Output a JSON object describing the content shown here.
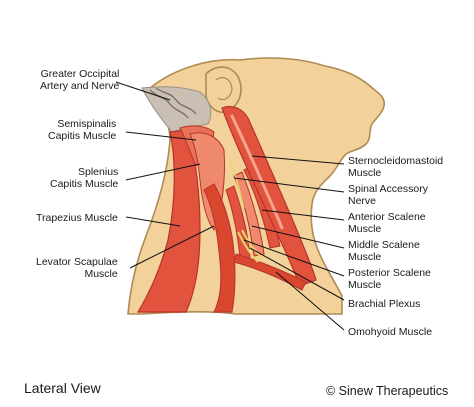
{
  "labels_left": [
    {
      "id": "greater-occipital",
      "lines": [
        "Greater Occipital",
        "Artery and Nerve"
      ]
    },
    {
      "id": "semispinalis",
      "lines": [
        "Semispinalis",
        "Capitis Muscle"
      ]
    },
    {
      "id": "splenius",
      "lines": [
        "Splenius",
        "Capitis Muscle"
      ]
    },
    {
      "id": "trapezius",
      "lines": [
        "Trapezius Muscle"
      ]
    },
    {
      "id": "levator-scapulae",
      "lines": [
        "Levator Scapulae",
        "Muscle"
      ]
    }
  ],
  "labels_right": [
    {
      "id": "sternocleidomastoid",
      "lines": [
        "Sternocleidomastoid",
        "Muscle"
      ]
    },
    {
      "id": "spinal-accessory",
      "lines": [
        "Spinal Accessory",
        "Nerve"
      ]
    },
    {
      "id": "anterior-scalene",
      "lines": [
        "Anterior Scalene",
        "Muscle"
      ]
    },
    {
      "id": "middle-scalene",
      "lines": [
        "Middle Scalene",
        "Muscle"
      ]
    },
    {
      "id": "posterior-scalene",
      "lines": [
        "Posterior Scalene",
        "Muscle"
      ]
    },
    {
      "id": "brachial-plexus",
      "lines": [
        "Brachial Plexus"
      ]
    },
    {
      "id": "omohyoid",
      "lines": [
        "Omohyoid Muscle"
      ]
    }
  ],
  "footer": {
    "view": "Lateral View",
    "credit": "© Sinew Therapeutics"
  },
  "colors": {
    "skin": "#F2D29A",
    "skin_outline": "#B08A55",
    "muscle": "#E2533E",
    "muscle_dark": "#B6322A",
    "muscle_light": "#F08A6E",
    "occipital_area": "#C9BFB3",
    "nerve": "#E9D26B",
    "leader": "#111111"
  }
}
